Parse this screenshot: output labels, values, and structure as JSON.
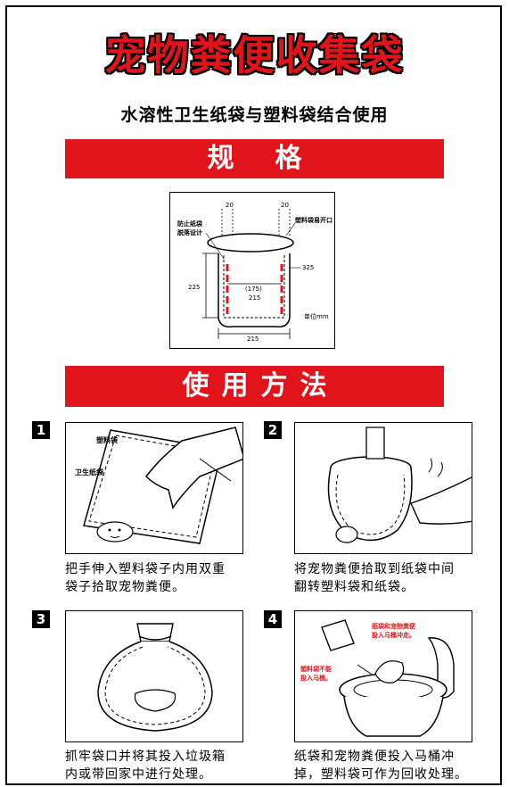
{
  "title": "宠物粪便收集袋",
  "subtitle": "水溶性卫生纸袋与塑料袋结合使用",
  "spec_heading": "规格",
  "usage_heading": "使用方法",
  "spec": {
    "label_tear_design": "防止纸袋\n脱落设计",
    "label_open": "塑料袋易开口",
    "dim_top_left": "20",
    "dim_top_right": "20",
    "dim_outer_height": "325",
    "dim_height": "225",
    "dim_inner": "(175)",
    "dim_inner_width": "215",
    "dim_bottom_width": "215",
    "unit": "单位mm"
  },
  "steps": [
    {
      "number": "1",
      "label_plastic": "塑料袋",
      "label_paper": "卫生纸袋",
      "caption_line1": "把手伸入塑料袋子内用双重",
      "caption_line2": "袋子拾取宠物粪便。"
    },
    {
      "number": "2",
      "caption_line1": "将宠物粪便拾取到纸袋中间",
      "caption_line2": "翻转塑料袋和纸袋。"
    },
    {
      "number": "3",
      "caption_line1": "抓牢袋口并将其投入垃圾箱",
      "caption_line2": "内或带回家中进行处理。"
    },
    {
      "number": "4",
      "label_flush": "纸袋和宠物粪便\n投入马桶冲走。",
      "label_no_flush": "塑料袋不能\n投入马桶。",
      "caption_line1": "纸袋和宠物粪便投入马桶冲",
      "caption_line2": "掉，塑料袋可作为回收处理。"
    }
  ],
  "colors": {
    "accent_red": "#e0141a",
    "ink": "#000000"
  }
}
